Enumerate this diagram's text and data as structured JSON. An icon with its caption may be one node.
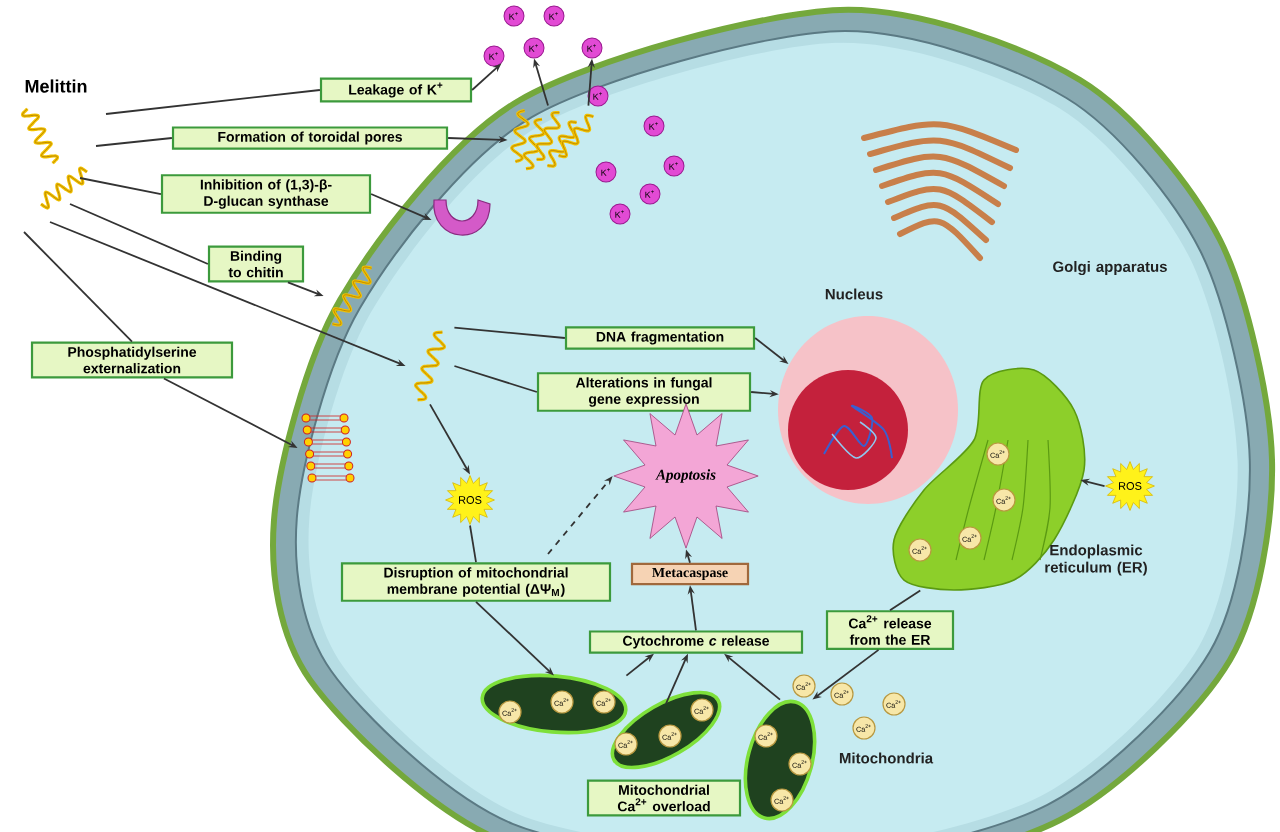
{
  "diagram": {
    "nodes": [
      {
        "text": [
          "Melittin"
        ]
      },
      {
        "text": [
          "Leakage of K$^{+}$"
        ]
      },
      {
        "text": [
          "Formation of toroidal pores"
        ]
      },
      {
        "text": [
          "Inhibition of (1,3)-β-D-glucan synthase"
        ]
      },
      {
        "text": [
          "Binding to chitin"
        ]
      },
      {
        "text": [
          "Phosphatidylserine externalization"
        ]
      },
      {
        "text": [
          "DNA fragmentation"
        ]
      },
      {
        "text": [
          "Alterations in fungal gene expression"
        ]
      },
      {
        "text": [
          "Disruption of mitochondrial membrane potential (ΔΨ$_{M}$)"
        ]
      },
      {
        "text": [
          "Apoptosis"
        ]
      },
      {
        "text": [
          "Metacaspase"
        ]
      },
      {
        "text": [
          "Cytochrome *c* release"
        ]
      },
      {
        "text": [
          "Mitochondrial Ca$^{2+}$ overload"
        ]
      },
      {
        "text": [
          "Ca$^{2+}$ release from the ER"
        ]
      },
      {
        "text": [
          "ROS"
        ]
      },
      {
        "text": [
          "ROS"
        ]
      },
      {
        "text": [],
        "shape": "picture"
      },
      {
        "text": [],
        "shape": "picture"
      },
      {
        "text": [],
        "shape": "picture"
      },
      {
        "text": [],
        "shape": "picture"
      },
      {
        "text": [],
        "shape": "picture"
      },
      {
        "text": [
          "Nucleus"
        ]
      },
      {
        "text": [
          "Golgi apparatus"
        ]
      },
      {
        "text": [
          "Endoplasmic reticulum (ER)"
        ]
      },
      {
        "text": [],
        "shape": "picture"
      },
      {
        "text": [],
        "shape": "picture"
      },
      {
        "text": [],
        "shape": "picture"
      },
      {
        "text": [
          "K$^{+}$"
        ]
      },
      {
        "text": [
          "K$^{+}$"
        ]
      },
      {
        "text": [
          "K$^{+}$"
        ]
      },
      {
        "text": [
          "K$^{+}$"
        ]
      },
      {
        "text": [
          "K$^{+}$"
        ]
      },
      {
        "text": [
          "K$^{+}$"
        ]
      },
      {
        "text": [
          "K$^{+}$"
        ]
      },
      {
        "text": [
          "K$^{+}$"
        ]
      },
      {
        "text": [
          "K$^{+}$"
        ]
      },
      {
        "text": [
          "K$^{+}$"
        ]
      },
      {
        "text": [
          "K$^{+}$"
        ]
      },
      {
        "text": [
          "Ca$^{2+}$"
        ],
        "in": 23
      },
      {
        "text": [
          "Ca$^{2+}$"
        ],
        "in": 23
      },
      {
        "text": [
          "Ca$^{2+}$"
        ],
        "in": 23
      },
      {
        "text": [
          "Ca$^{2+}$"
        ],
        "in": 23
      },
      {
        "text": [
          "Ca$^{2+}$"
        ]
      },
      {
        "text": [
          "Ca$^{2+}$"
        ]
      },
      {
        "text": [
          "Ca$^{2+}$"
        ]
      },
      {
        "text": [
          "Ca$^{2+}$"
        ]
      },
      {
        "text": [
          "Ca$^{2+}$"
        ],
        "in": 24
      },
      {
        "text": [
          "Ca$^{2+}$"
        ],
        "in": 24
      },
      {
        "text": [
          "Ca$^{2+}$"
        ],
        "in": 24
      },
      {
        "text": [
          "Ca$^{2+}$"
        ],
        "in": 25
      },
      {
        "text": [
          "Ca$^{2+}$"
        ],
        "in": 25
      },
      {
        "text": [
          "Ca$^{2+}$"
        ],
        "in": 25
      },
      {
        "text": [
          "Ca$^{2+}$"
        ],
        "in": 26
      },
      {
        "text": [
          "Ca$^{2+}$"
        ],
        "in": 26
      },
      {
        "text": [
          "Ca$^{2+}$"
        ],
        "in": 26
      }
    ],
    "edges": [
      {
        "from": 0,
        "to": 1,
        "arrow": "none"
      },
      {
        "from": 1,
        "to": 29,
        "arrow": "to"
      },
      {
        "from": 0,
        "to": 2,
        "arrow": "none"
      },
      {
        "from": 2,
        "to": 16,
        "arrow": "to"
      },
      {
        "from": 0,
        "to": 3,
        "arrow": "none"
      },
      {
        "from": 3,
        "to": 17,
        "arrow": "to"
      },
      {
        "from": 0,
        "to": 4,
        "arrow": "none"
      },
      {
        "from": 4,
        "to": 18,
        "arrow": "to"
      },
      {
        "from": 0,
        "to": 5,
        "arrow": "none"
      },
      {
        "from": 5,
        "to": 19,
        "arrow": "to"
      },
      {
        "from": 0,
        "to": 20,
        "arrow": "to"
      },
      {
        "from": 20,
        "to": 6,
        "arrow": "none"
      },
      {
        "from": 6,
        "to": 21,
        "arrow": "to"
      },
      {
        "from": 20,
        "to": 7,
        "arrow": "none"
      },
      {
        "from": 7,
        "to": 21,
        "arrow": "to"
      },
      {
        "from": 20,
        "to": 14,
        "arrow": "to"
      },
      {
        "from": 14,
        "to": 8,
        "arrow": "none"
      },
      {
        "from": 8,
        "to": 24,
        "arrow": "to"
      },
      {
        "from": 8,
        "to": 9,
        "arrow": "to",
        "style": "dashed"
      },
      {
        "from": 24,
        "to": 11,
        "arrow": "to"
      },
      {
        "from": 25,
        "to": 11,
        "arrow": "to"
      },
      {
        "from": 26,
        "to": 11,
        "arrow": "to"
      },
      {
        "from": 11,
        "to": 10,
        "arrow": "to"
      },
      {
        "from": 10,
        "to": 9,
        "arrow": "to"
      },
      {
        "from": 15,
        "to": 23,
        "arrow": "to"
      },
      {
        "from": 23,
        "to": 13,
        "arrow": "none"
      },
      {
        "from": 13,
        "to": 26,
        "arrow": "to"
      },
      {
        "from": 16,
        "to": 30,
        "arrow": "to"
      },
      {
        "from": 16,
        "to": 31,
        "arrow": "to"
      }
    ],
    "labels": [
      "Mitochondria"
    ]
  }
}
